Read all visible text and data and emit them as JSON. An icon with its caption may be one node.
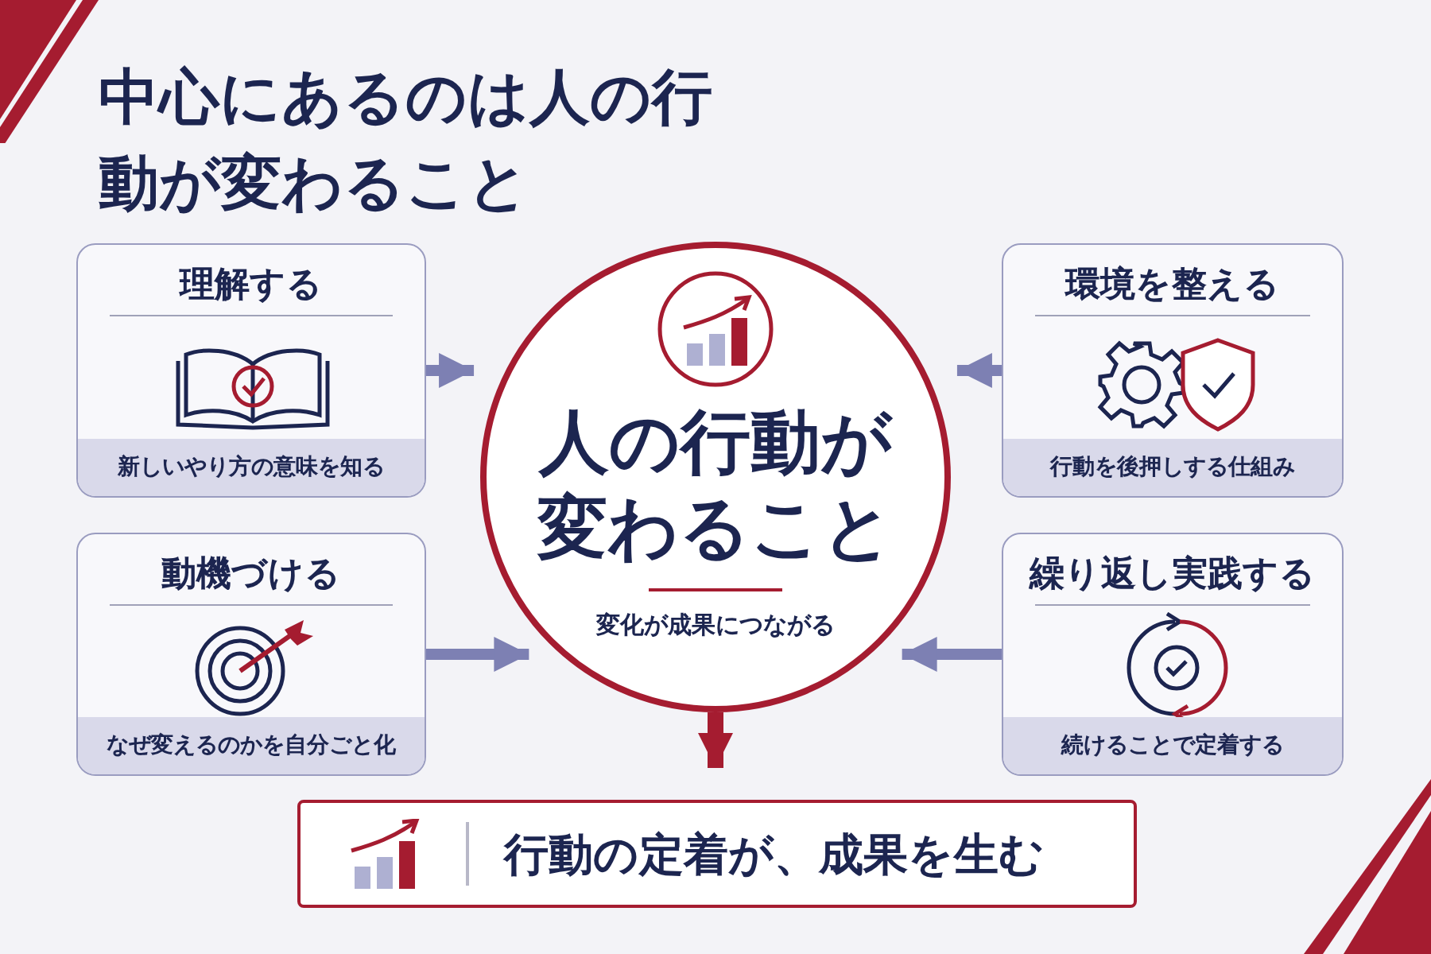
{
  "diagram": {
    "title": "中心にあるのは人の行動が変わること",
    "nodes": [
      {
        "text": [
          "理解する",
          "新しいやり方の意味を知る"
        ]
      },
      {
        "text": [
          "環境を整える",
          "行動を後押しする仕組み"
        ]
      },
      {
        "text": [
          "人の行動が変わること",
          "変化が成果につながる"
        ]
      },
      {
        "text": [
          "動機づける",
          "なぜ変えるのかを自分ごと化"
        ]
      },
      {
        "text": [
          "繰り返し実践する",
          "続けることで定着する"
        ]
      },
      {
        "text": [
          "行動の定着が、成果を生む"
        ]
      }
    ],
    "edges": [
      {
        "from": 0,
        "to": 2,
        "arrow": "to"
      },
      {
        "from": 1,
        "to": 2,
        "arrow": "to"
      },
      {
        "from": 3,
        "to": 2,
        "arrow": "to"
      },
      {
        "from": 4,
        "to": 2,
        "arrow": "to"
      },
      {
        "from": 2,
        "to": 5,
        "arrow": "to",
        "color": "#a51c30"
      }
    ]
  }
}
